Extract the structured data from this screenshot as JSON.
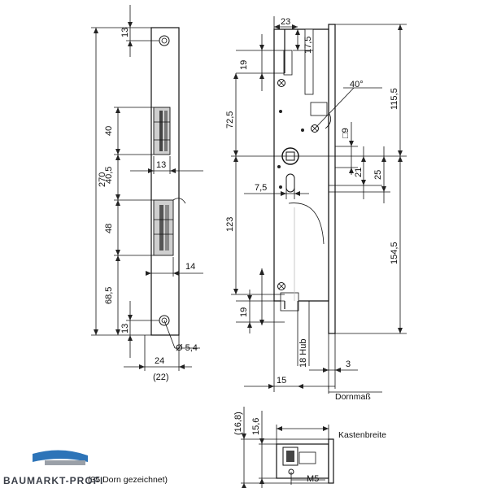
{
  "drawing": {
    "dims": {
      "d13_top": "13",
      "d13_bot": "13",
      "d40": "40",
      "d40_5": "40,5",
      "d13_mid": "13",
      "d270": "270",
      "d48": "48",
      "d14": "14",
      "d68_5": "68,5",
      "d_hole": "Ø 5,4",
      "d24": "24",
      "d22": "(22)",
      "d23": "23",
      "d17_5": "17,5",
      "d19_top": "19",
      "d72_5": "72,5",
      "d_angle": "40°",
      "d115_5": "115,5",
      "d9": "□9",
      "d21": "21",
      "d25": "25",
      "d7_5": "7,5",
      "d123": "123",
      "d154_5": "154,5",
      "d19_bot": "19",
      "d18hub": "18 Hub",
      "d3": "3",
      "d15": "15",
      "d16_8": "(16,8)",
      "d15_6": "15,6",
      "dM5": "M5"
    },
    "labels": {
      "dornmass": "Dornmaß",
      "kastenbreite": "Kastenbreite",
      "note": "(35 Dorn gezeichnet)"
    },
    "logo": {
      "text": "BAUMARKT-PROFI"
    }
  }
}
